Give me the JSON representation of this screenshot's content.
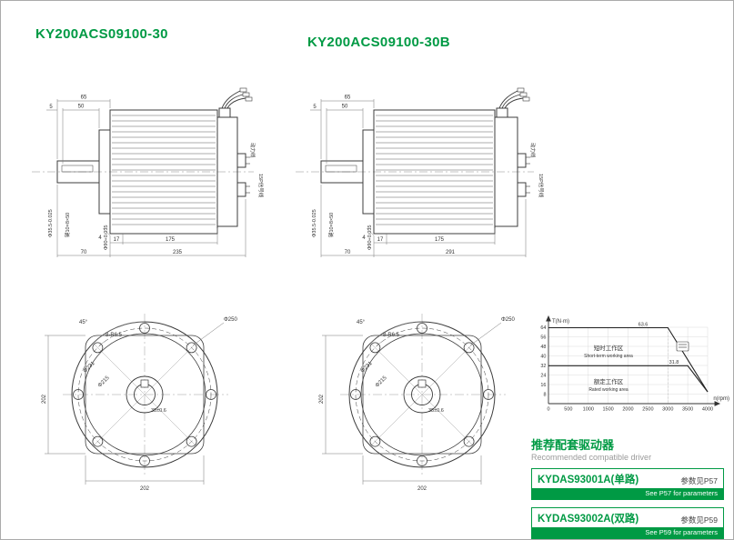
{
  "titles": {
    "left": "KY200ACS09100-30",
    "right": "KY200ACS09100-30B"
  },
  "colors": {
    "accent_green": "#009A44"
  },
  "side_view": {
    "dim_65": "65",
    "dim_50": "50",
    "dim_5": "5",
    "dim_4": "4",
    "dim_70": "70",
    "dim_17": "17",
    "dim_175": "175",
    "overall_left": "235",
    "overall_right": "291",
    "shaft_dia": "Φ35.5-0.025",
    "pilot_dia": "Φ90+0.035",
    "key_spec": "键10×8×50",
    "power_wire_label": "动力线",
    "signal_wire_label": "15P信号线"
  },
  "flange_view": {
    "angle": "45°",
    "outer_dia": "Φ250",
    "holes": "8-R6.5",
    "bolt_circle": "Φ231",
    "pilot_dia": "Φ215",
    "height": "202",
    "width": "202",
    "key_dim": "38±0.6"
  },
  "chart": {
    "ylabel": "T(N·m)",
    "xlabel": "n(rpm)",
    "y_ticks": [
      "8",
      "16",
      "24",
      "32",
      "40",
      "48",
      "56",
      "64"
    ],
    "x_ticks": [
      "0",
      "500",
      "1000",
      "1500",
      "2000",
      "2500",
      "3000",
      "3500",
      "4000"
    ],
    "peak_label": "63.6",
    "rated_label": "31.8",
    "short_term_cn": "短时工作区",
    "short_term_en": "Short-term working area",
    "rated_cn": "额定工作区",
    "rated_en": "Rated working area"
  },
  "chart_data": {
    "type": "line",
    "xlabel": "n(rpm)",
    "ylabel": "T(N·m)",
    "xlim": [
      0,
      4000
    ],
    "ylim": [
      0,
      64
    ],
    "x_tick_values": [
      0,
      500,
      1000,
      1500,
      2000,
      2500,
      3000,
      3500,
      4000
    ],
    "y_tick_values": [
      8,
      16,
      24,
      32,
      40,
      48,
      56,
      64
    ],
    "grid": true,
    "legend": false,
    "series": [
      {
        "name": "Short-term (peak) torque limit",
        "x": [
          0,
          3000,
          4000
        ],
        "y": [
          63.6,
          63.6,
          8
        ]
      },
      {
        "name": "Rated torque limit",
        "x": [
          0,
          3500,
          4000
        ],
        "y": [
          31.8,
          31.8,
          8
        ]
      }
    ],
    "annotations": [
      "63.6",
      "31.8",
      "短时工作区 Short-term working area",
      "额定工作区 Rated working area"
    ]
  },
  "driver": {
    "title_cn": "推荐配套驱动器",
    "title_en": "Recommended compatible driver",
    "items": [
      {
        "model": "KYDAS93001A(单路)",
        "param_cn": "参数见P57",
        "param_en": "See P57 for parameters"
      },
      {
        "model": "KYDAS93002A(双路)",
        "param_cn": "参数见P59",
        "param_en": "See P59 for parameters"
      }
    ]
  }
}
